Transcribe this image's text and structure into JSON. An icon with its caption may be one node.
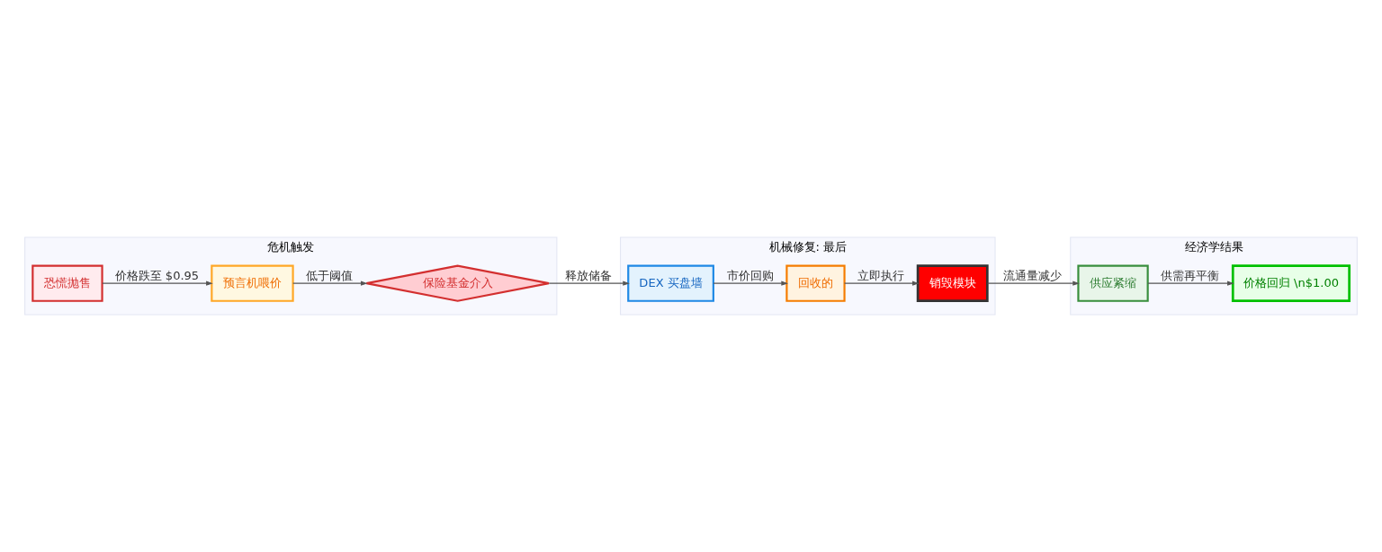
{
  "diagram": {
    "nodes": [
      {
        "text": [
          "危机触发"
        ]
      },
      {
        "text": [
          "恐慌抛售"
        ],
        "in": 0
      },
      {
        "text": [
          "预言机喂价"
        ],
        "in": 0
      },
      {
        "text": [
          "保险基金介入"
        ],
        "in": 0
      },
      {
        "text": [
          "机械修复: 最后"
        ]
      },
      {
        "text": [
          "DEX 买盘墙"
        ],
        "in": 4
      },
      {
        "text": [
          "回收的"
        ],
        "in": 4
      },
      {
        "text": [
          "销毁模块"
        ],
        "in": 4
      },
      {
        "text": [
          "经济学结果"
        ]
      },
      {
        "text": [
          "供应紧缩"
        ],
        "in": 8
      },
      {
        "text": [
          "价格回归 \\n$1.00"
        ],
        "in": 8
      }
    ],
    "edges": [
      {
        "from": 1,
        "to": 2,
        "arrow": "to",
        "label": "价格跌至 $0.95"
      },
      {
        "from": 2,
        "to": 3,
        "arrow": "to",
        "label": "低于阈值"
      },
      {
        "from": 3,
        "to": 5,
        "arrow": "to",
        "label": "释放储备"
      },
      {
        "from": 5,
        "to": 6,
        "arrow": "to",
        "label": "市价回购"
      },
      {
        "from": 6,
        "to": 7,
        "arrow": "to",
        "label": "立即执行"
      },
      {
        "from": 7,
        "to": 9,
        "arrow": "to",
        "label": "流通量减少"
      },
      {
        "from": 9,
        "to": 10,
        "arrow": "to",
        "label": "供需再平衡"
      }
    ]
  }
}
